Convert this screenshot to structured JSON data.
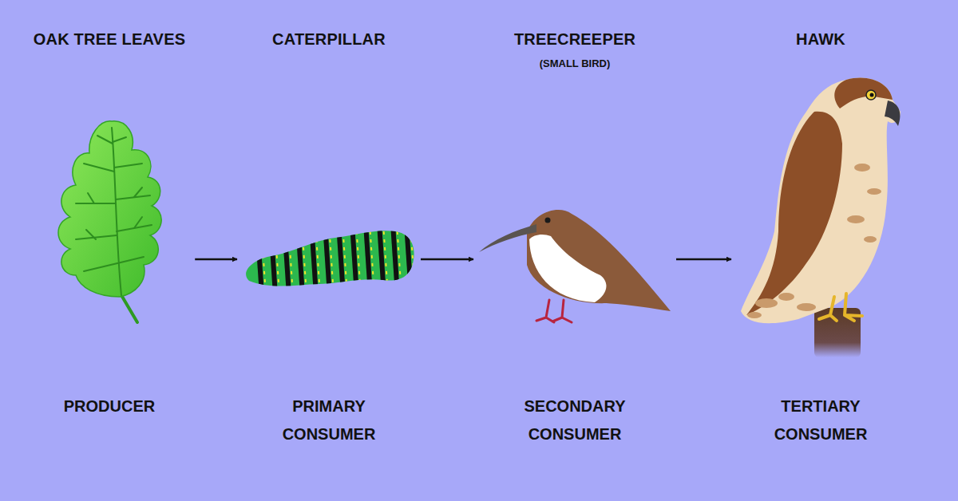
{
  "diagram": {
    "nodes": [
      {
        "text": [
          "OAK TREE LEAVES",
          "PRODUCER"
        ]
      },
      {
        "text": [
          "CATERPILLAR",
          "PRIMARY CONSUMER"
        ]
      },
      {
        "text": [
          "TREECREEPER",
          "(SMALL BIRD)",
          "SECONDARY CONSUMER"
        ]
      },
      {
        "text": [
          "HAWK",
          "TERTIARY CONSUMER"
        ]
      }
    ],
    "edges": [
      {
        "from": 0,
        "to": 1,
        "arrow": "to"
      },
      {
        "from": 1,
        "to": 2,
        "arrow": "to"
      },
      {
        "from": 2,
        "to": 3,
        "arrow": "to"
      }
    ]
  }
}
